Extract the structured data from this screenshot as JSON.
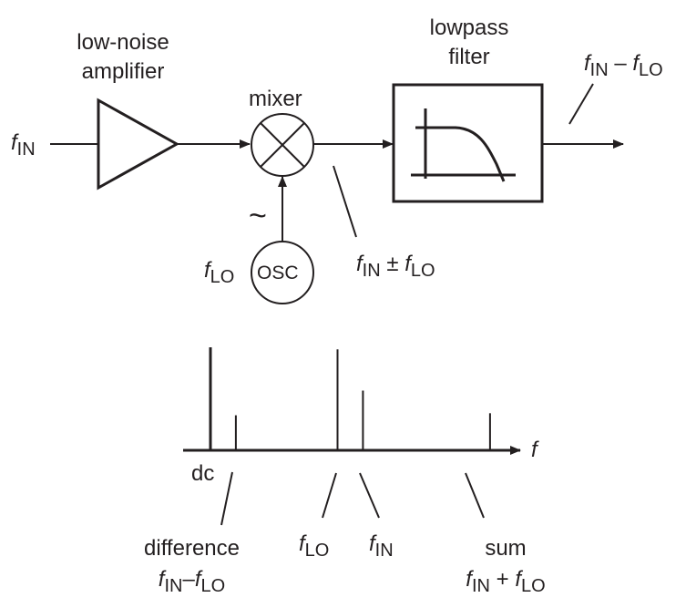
{
  "blocks": {
    "amplifier": "low-noise\namplifier",
    "amplifier_line1": "low-noise",
    "amplifier_line2": "amplifier",
    "mixer": "mixer",
    "filter_line1": "lowpass",
    "filter_line2": "filter",
    "oscillator": "OSC",
    "tilde": "~"
  },
  "signals": {
    "f": "f",
    "in_sub": "IN",
    "lo_sub": "LO",
    "pm": "±",
    "minus": "–",
    "plus": "+"
  },
  "spectrum": {
    "axis_label": "f",
    "dc_label": "dc",
    "difference_label": "difference",
    "sum_label": "sum",
    "lines": [
      {
        "name": "dc",
        "freq": 0,
        "amplitude": 1.0
      },
      {
        "name": "difference",
        "freq": 0.2,
        "amplitude": 0.34
      },
      {
        "name": "fLO",
        "freq": 1.0,
        "amplitude": 0.98
      },
      {
        "name": "fIN",
        "freq": 1.2,
        "amplitude": 0.58
      },
      {
        "name": "sum",
        "freq": 2.2,
        "amplitude": 0.36
      }
    ]
  }
}
